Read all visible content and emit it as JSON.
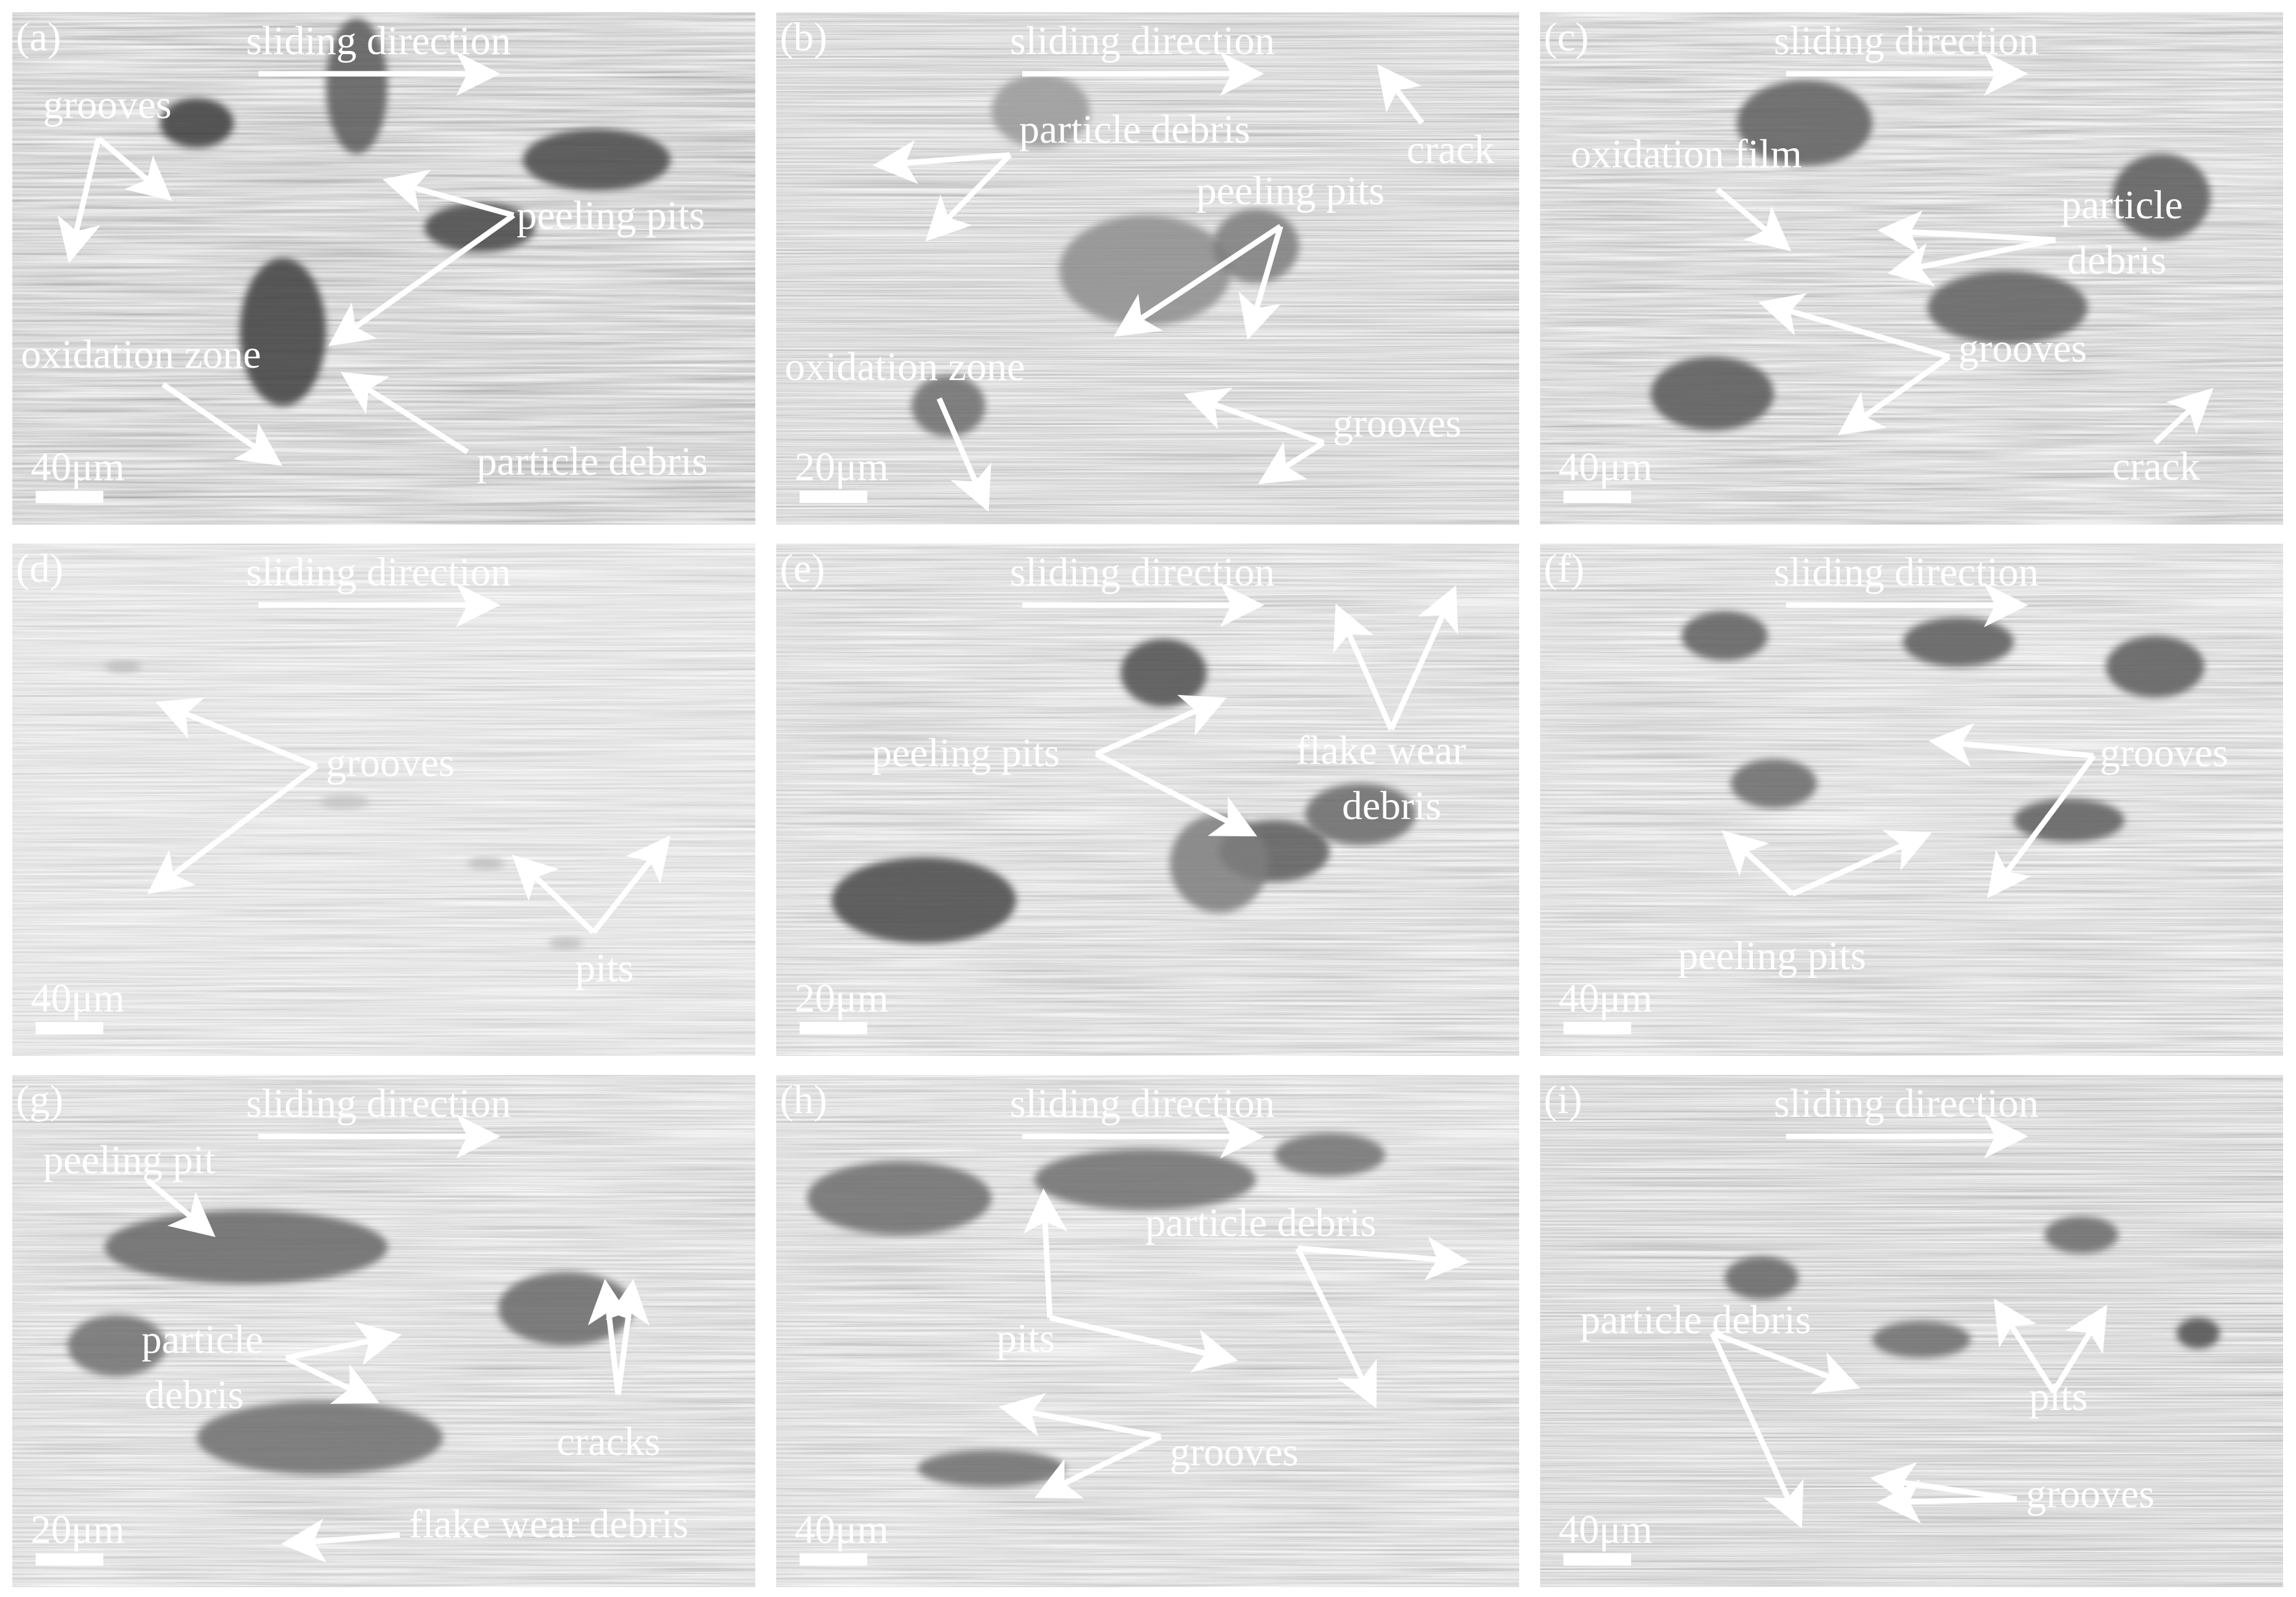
{
  "figure": {
    "panels": [
      {
        "id": "a",
        "label": "(a)",
        "scale_bar": "40μm",
        "sliding_label": "sliding direction",
        "annotations": [
          {
            "key": "grooves",
            "text": "grooves"
          },
          {
            "key": "peeling_pits",
            "text": "peeling pits"
          },
          {
            "key": "oxidation_zone",
            "text": "oxidation zone"
          },
          {
            "key": "particle_debris",
            "text": "particle debris"
          }
        ]
      },
      {
        "id": "b",
        "label": "(b)",
        "scale_bar": "20μm",
        "sliding_label": "sliding direction",
        "annotations": [
          {
            "key": "particle_debris",
            "text": "particle debris"
          },
          {
            "key": "crack",
            "text": "crack"
          },
          {
            "key": "peeling_pits",
            "text": "peeling pits"
          },
          {
            "key": "oxidation_zone",
            "text": "oxidation zone"
          },
          {
            "key": "grooves",
            "text": "grooves"
          }
        ]
      },
      {
        "id": "c",
        "label": "(c)",
        "scale_bar": "40μm",
        "sliding_label": "sliding direction",
        "annotations": [
          {
            "key": "oxidation_film",
            "text": "oxidation film"
          },
          {
            "key": "particle_debris_1",
            "text": "particle"
          },
          {
            "key": "particle_debris_2",
            "text": "debris"
          },
          {
            "key": "grooves",
            "text": "grooves"
          },
          {
            "key": "crack",
            "text": "crack"
          }
        ]
      },
      {
        "id": "d",
        "label": "(d)",
        "scale_bar": "40μm",
        "sliding_label": "sliding direction",
        "annotations": [
          {
            "key": "grooves",
            "text": "grooves"
          },
          {
            "key": "pits",
            "text": "pits"
          }
        ]
      },
      {
        "id": "e",
        "label": "(e)",
        "scale_bar": "20μm",
        "sliding_label": "sliding direction",
        "annotations": [
          {
            "key": "peeling_pits",
            "text": "peeling pits"
          },
          {
            "key": "flake_1",
            "text": "flake wear"
          },
          {
            "key": "flake_2",
            "text": "debris"
          }
        ]
      },
      {
        "id": "f",
        "label": "(f)",
        "scale_bar": "40μm",
        "sliding_label": "sliding direction",
        "annotations": [
          {
            "key": "grooves",
            "text": "grooves"
          },
          {
            "key": "peeling_pits",
            "text": "peeling pits"
          }
        ]
      },
      {
        "id": "g",
        "label": "(g)",
        "scale_bar": "20μm",
        "sliding_label": "sliding direction",
        "annotations": [
          {
            "key": "peeling_pit",
            "text": "peeling pit"
          },
          {
            "key": "particle_1",
            "text": "particle"
          },
          {
            "key": "particle_2",
            "text": "debris"
          },
          {
            "key": "cracks",
            "text": "cracks"
          },
          {
            "key": "flake",
            "text": "flake wear debris"
          }
        ]
      },
      {
        "id": "h",
        "label": "(h)",
        "scale_bar": "40μm",
        "sliding_label": "sliding direction",
        "annotations": [
          {
            "key": "pits",
            "text": "pits"
          },
          {
            "key": "particle_debris",
            "text": "particle debris"
          },
          {
            "key": "grooves",
            "text": "grooves"
          }
        ]
      },
      {
        "id": "i",
        "label": "(i)",
        "scale_bar": "40μm",
        "sliding_label": "sliding direction",
        "annotations": [
          {
            "key": "particle_debris",
            "text": "particle debris"
          },
          {
            "key": "pits",
            "text": "pits"
          },
          {
            "key": "grooves",
            "text": "grooves"
          }
        ]
      }
    ]
  }
}
